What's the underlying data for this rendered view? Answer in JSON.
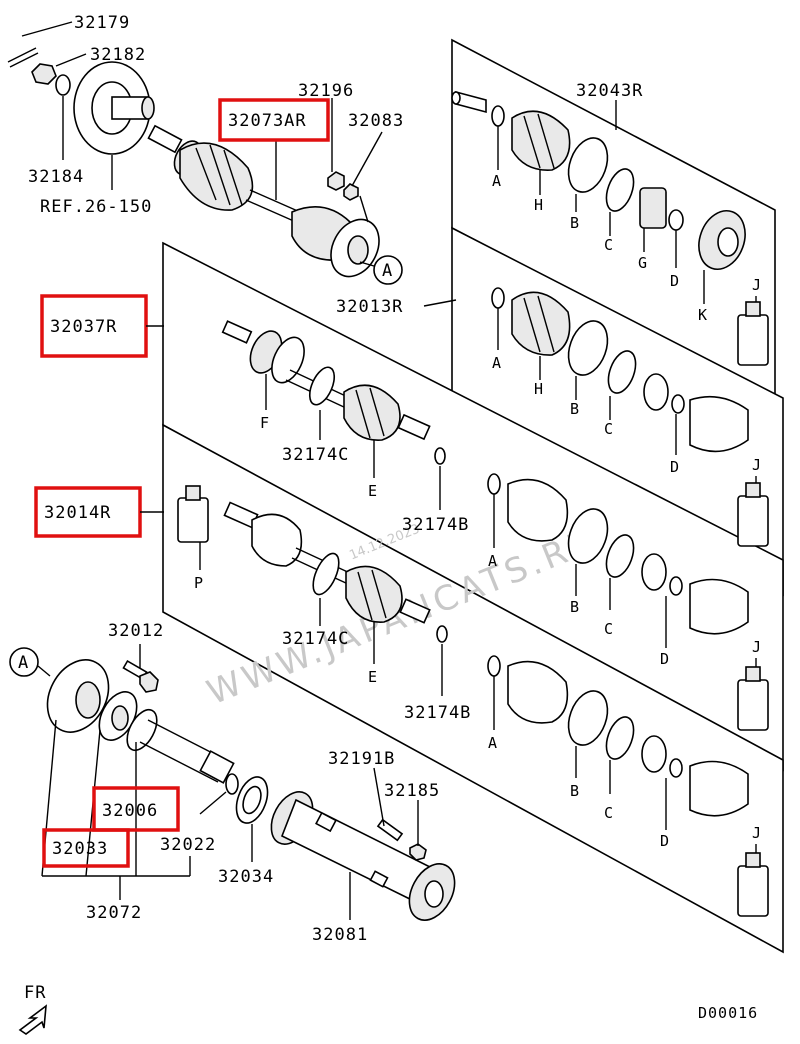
{
  "diagram": {
    "labels": {
      "p32179": "32179",
      "p32182": "32182",
      "p32184": "32184",
      "ref": "REF.26-150",
      "p32196": "32196",
      "p32073AR": "32073AR",
      "p32083": "32083",
      "p32043R": "32043R",
      "p32013R": "32013R",
      "p32037R": "32037R",
      "p32014R": "32014R",
      "p32174C_1": "32174C",
      "p32174C_2": "32174C",
      "p32174B_1": "32174B",
      "p32174B_2": "32174B",
      "p32012": "32012",
      "p32006": "32006",
      "p32033": "32033",
      "p32022": "32022",
      "p32034": "32034",
      "p32072": "32072",
      "p32191B": "32191B",
      "p32185": "32185",
      "p32081": "32081",
      "circleA_1": "A",
      "circleA_2": "A",
      "fr": "FR",
      "code": "D00016"
    },
    "letters": {
      "A": "A",
      "B": "B",
      "C": "C",
      "D": "D",
      "E": "E",
      "F": "F",
      "G": "G",
      "H": "H",
      "J": "J",
      "K": "K",
      "P": "P"
    },
    "watermark": "WWW.JAPANCATS.RU",
    "watermark_date": "14.12.2023",
    "highlight_color": "#e01010"
  }
}
